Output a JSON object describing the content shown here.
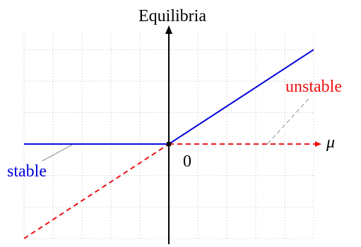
{
  "diagram": {
    "title": "Equilibria",
    "axis_variable": "μ",
    "origin_label": "0",
    "stable_label": "stable",
    "unstable_label": "unstable"
  },
  "colors": {
    "stable": "#0000dd",
    "unstable": "#ee1111",
    "axis": "#000000",
    "grid": "#b4b4b4",
    "leader": "#8c8c8c"
  },
  "chart_data": {
    "type": "line",
    "title": "Equilibria",
    "xlabel": "μ",
    "ylabel": "",
    "xlim": [
      -5,
      5
    ],
    "ylim": [
      -3,
      3.5
    ],
    "grid": true,
    "series": [
      {
        "name": "stable",
        "style": "solid",
        "color": "#0000dd",
        "x": [
          -5,
          0,
          5
        ],
        "y": [
          0,
          0,
          3
        ]
      },
      {
        "name": "unstable",
        "style": "dashed",
        "color": "#ee1111",
        "x": [
          -5,
          0,
          5
        ],
        "y": [
          -3,
          0,
          0
        ]
      }
    ]
  }
}
